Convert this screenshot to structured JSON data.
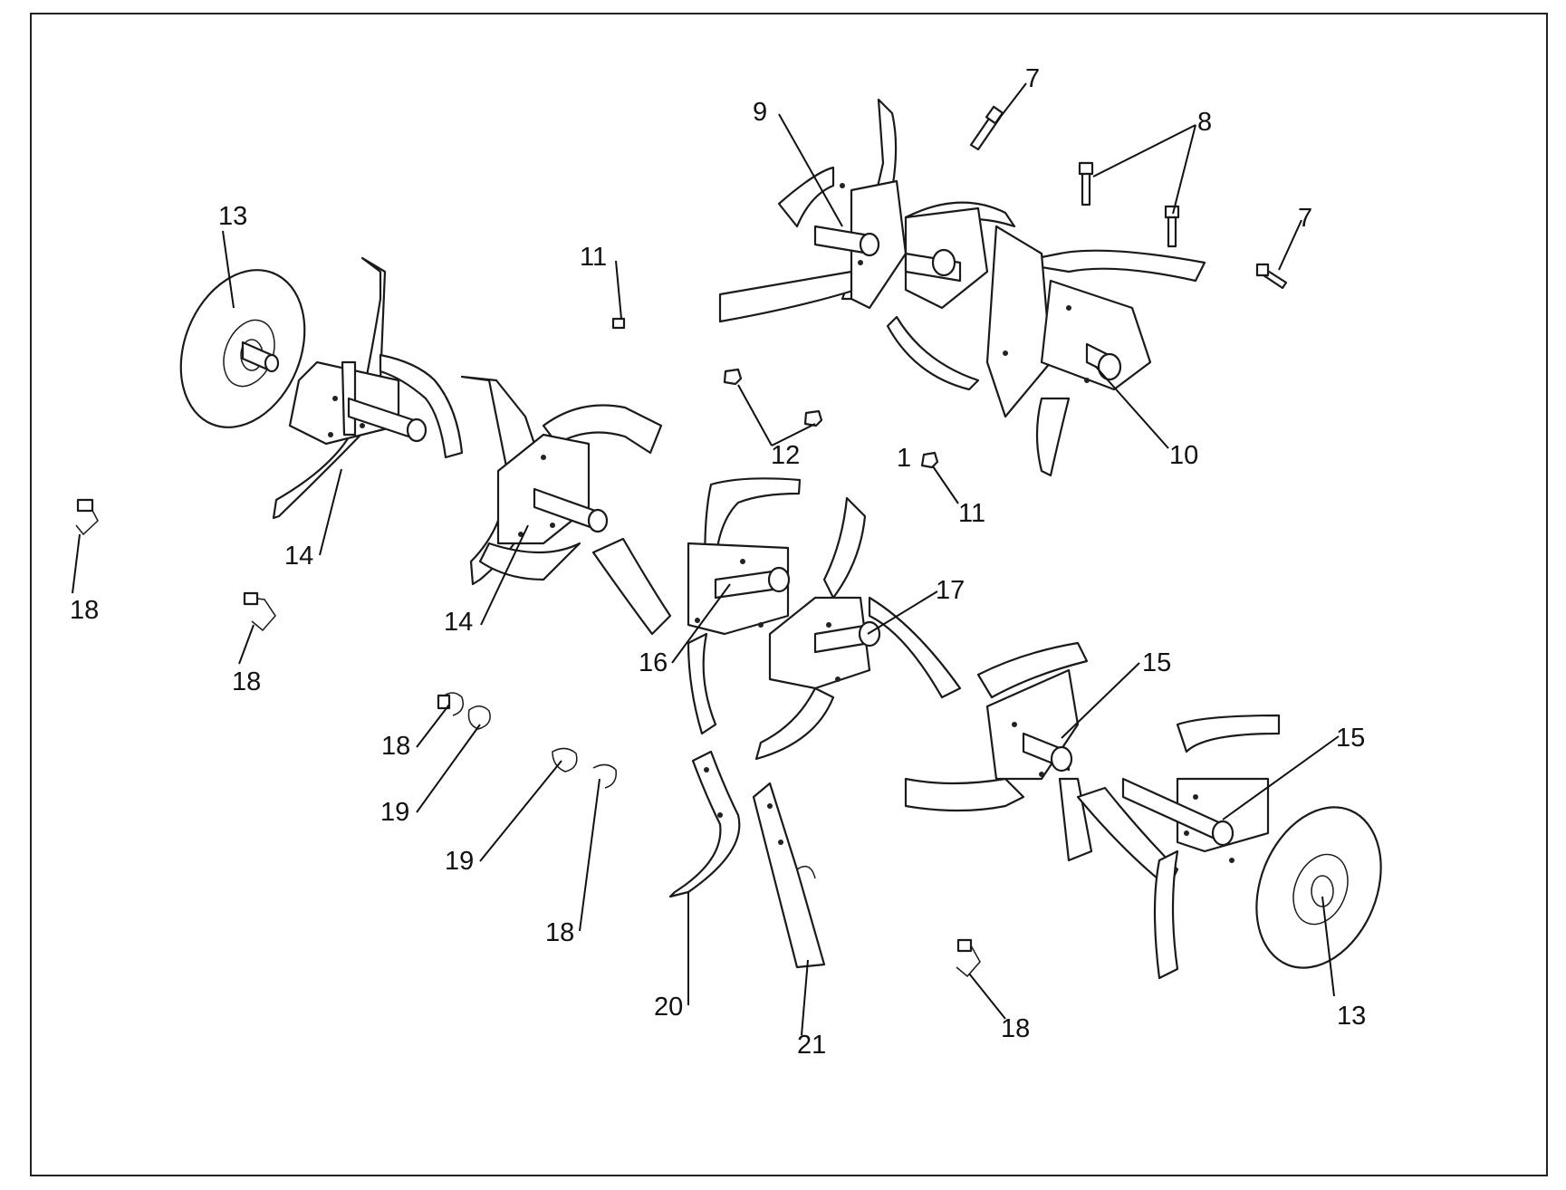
{
  "callouts": [
    {
      "id": "c7a",
      "text": "7"
    },
    {
      "id": "c8",
      "text": "8"
    },
    {
      "id": "c9",
      "text": "9"
    },
    {
      "id": "c7b",
      "text": "7"
    },
    {
      "id": "c13a",
      "text": "13"
    },
    {
      "id": "c11a",
      "text": "11"
    },
    {
      "id": "c12",
      "text": "12"
    },
    {
      "id": "c10",
      "text": "10"
    },
    {
      "id": "c11b",
      "text": "11"
    },
    {
      "id": "c14a",
      "text": "14"
    },
    {
      "id": "c14b",
      "text": "14"
    },
    {
      "id": "c18a",
      "text": "18"
    },
    {
      "id": "c18b",
      "text": "18"
    },
    {
      "id": "c17",
      "text": "17"
    },
    {
      "id": "c16",
      "text": "16"
    },
    {
      "id": "c15a",
      "text": "15"
    },
    {
      "id": "c15b",
      "text": "15"
    },
    {
      "id": "c18c",
      "text": "18"
    },
    {
      "id": "c19a",
      "text": "19"
    },
    {
      "id": "c19b",
      "text": "19"
    },
    {
      "id": "c18d",
      "text": "18"
    },
    {
      "id": "c20",
      "text": "20"
    },
    {
      "id": "c21",
      "text": "21"
    },
    {
      "id": "c18e",
      "text": "18"
    },
    {
      "id": "c13b",
      "text": "13"
    }
  ],
  "stray_marks": {
    "left_of_11": "1"
  },
  "colors": {
    "line": "#1a1a1a",
    "background": "#ffffff"
  }
}
